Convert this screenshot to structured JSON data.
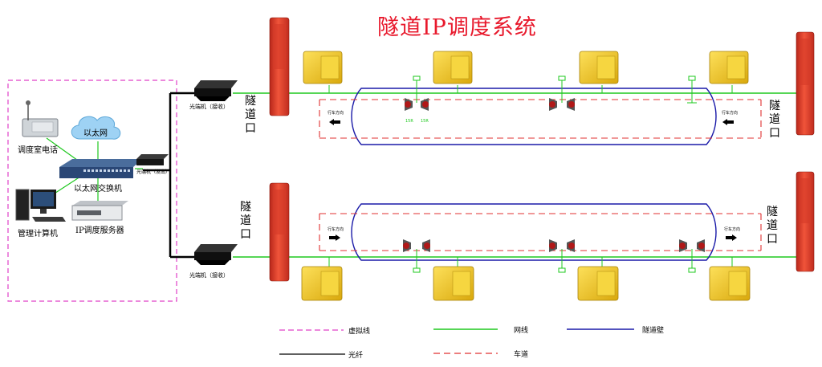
{
  "title": "隧道IP调度系统",
  "control_room": {
    "phone_label": "调度室电话",
    "cloud_label": "以太网",
    "switch_label": "以太网交换机",
    "computer_label": "管理计算机",
    "server_label": "IP调度服务器",
    "fiber_tx_label": "光端机（发出）"
  },
  "fiber_rx_top_label": "光端机（接收）",
  "fiber_rx_bottom_label": "光端机（接收）",
  "tunnel_entrance_label": "隧道口",
  "direction_label": "行车方向",
  "speaker_text": "15R",
  "legend": {
    "dashed_pink": "虚拟线",
    "network": "网线",
    "tunnel_wall": "隧道壁",
    "fiber": "光纤",
    "lane": "车道"
  },
  "colors": {
    "title": "#e8192c",
    "network_line": "#1ec81e",
    "tunnel_wall": "#1a1aa8",
    "lane_dash": "#e03030",
    "virtual_line": "#e040c8",
    "phone_box": "#f2c418",
    "emergency_post": "#e8422a"
  }
}
